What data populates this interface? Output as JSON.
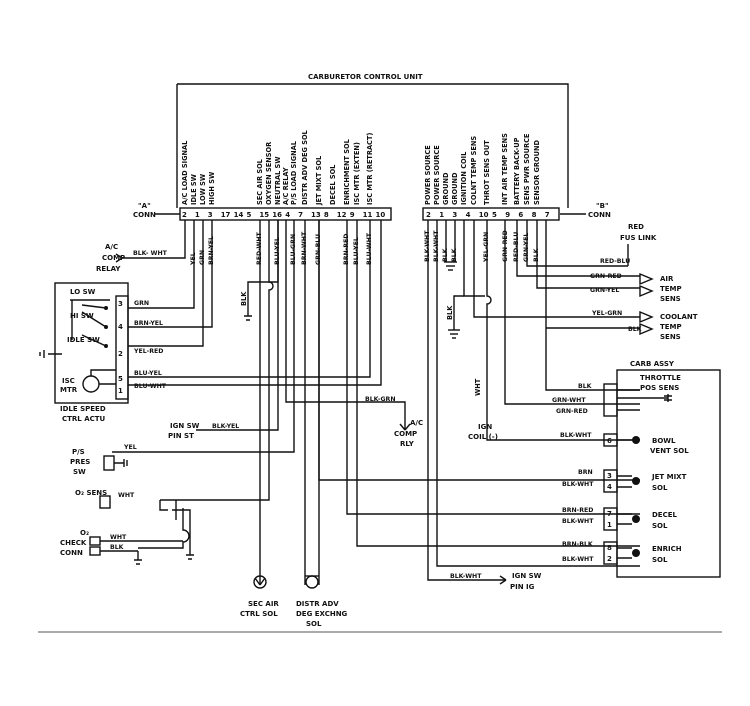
{
  "ccu": {
    "title": "CARBURETOR CONTROL UNIT",
    "left_signals": [
      "A/C LOAD SIGNAL",
      "IDLE SW",
      "LOW SW",
      "HIGH SW",
      "",
      "SEC AIR SOL",
      "OXYGEN SENSOR",
      "NEUTRAL SW",
      "A/C RELAY",
      "P/S LOAD SIGNAL",
      "DISTR ADV DEG SOL",
      "JET MIXT SOL",
      "DECEL SOL",
      "ENRICHMENT SOL",
      "ISC MTR (EXTEN)",
      "ISC MTR (RETRACT)"
    ],
    "left_pins": [
      "2",
      "1",
      "3",
      "17",
      "14",
      "5",
      "15",
      "16",
      "4",
      "7",
      "13",
      "8",
      "12",
      "9",
      "11",
      "10"
    ],
    "right_signals": [
      "POWER SOURCE",
      "POWER SOURCE",
      "GROUND",
      "GROUND",
      "IGNITION COIL",
      "COLNT TEMP SENS",
      "THROT SENS OUT",
      "INT AIR TEMP SENS",
      "BATTERY BACK-UP",
      "SENS PWR SOURCE",
      "SENSOR GROUND"
    ],
    "right_pins": [
      "2",
      "1",
      "3",
      "4",
      "10",
      "5",
      "9",
      "6",
      "8",
      "7"
    ],
    "left_conn": "\"A\"\nCONN",
    "left_conn_a": "\"A\"",
    "left_conn_b": "CONN",
    "right_conn_a": "\"B\"",
    "right_conn_b": "CONN"
  },
  "wires": {
    "left": [
      "YEL",
      "GRN",
      "BRN-YEL",
      "",
      "RED-WHT",
      "BLU-YEL",
      "BRN-WHT",
      "BLU-GRN",
      "GRN-BLU",
      "BRN-RED",
      "BLU-YEL",
      "BLU-WHT"
    ],
    "right": [
      "BLK-WHT",
      "BLK-WHT",
      "BLK",
      "BLK",
      "YEL-GRN",
      "GRN-RED",
      "RED-BLU",
      "GRN-YEL",
      "BLK"
    ]
  },
  "components": {
    "ac_comp_relay": [
      "A/C",
      "COMP",
      "RELAY"
    ],
    "ac_comp_relay_wire": "BLK- WHT",
    "idle_actu_title": [
      "IDLE SPEED",
      "CTRL ACTU"
    ],
    "lo_sw": "LO SW",
    "hi_sw": "HI SW",
    "idle_sw": "IDLE SW",
    "isc_mtr": [
      "ISC",
      "MTR"
    ],
    "actu_pins": [
      "3",
      "4",
      "2",
      "5",
      "1"
    ],
    "actu_wires": [
      "GRN",
      "BRN-YEL",
      "YEL-RED",
      "BLU-YEL",
      "BLU-WHT"
    ],
    "ign_sw_st": [
      "IGN SW",
      "PIN ST"
    ],
    "ign_sw_st_wire": "BLK-YEL",
    "ps_pres_sw": [
      "P/S",
      "PRES",
      "SW"
    ],
    "ps_wire": "YEL",
    "o2_sens": "O₂ SENS",
    "o2_wire": "WHT",
    "o2_check": [
      "O₂",
      "CHECK",
      "CONN"
    ],
    "o2_check_wires": [
      "WHT",
      "BLK"
    ],
    "ac_comp_rly": [
      "A/C",
      "COMP",
      "RLY"
    ],
    "ac_comp_rly_wire": "BLK-GRN",
    "ign_coil": [
      "IGN",
      "COIL (-)"
    ],
    "ign_coil_wire": "WHT",
    "red_fus_link": [
      "RED",
      "FUS LINK"
    ],
    "red_blu": "RED-BLU",
    "air_temp": [
      "AIR",
      "TEMP",
      "SENS"
    ],
    "air_temp_wires": [
      "GRN-RED",
      "GRN-YEL"
    ],
    "coolant_temp": [
      "COOLANT",
      "TEMP",
      "SENS"
    ],
    "coolant_wires": [
      "YEL-GRN",
      "BLK"
    ],
    "carb_assy": "CARB ASSY",
    "throttle": [
      "THROTTLE",
      "POS SENS"
    ],
    "throttle_wires": [
      "BLK",
      "GRN-WHT",
      "GRN-RED"
    ],
    "bowl_vent": [
      "BOWL",
      "VENT SOL"
    ],
    "bowl_wire": "BLK-WHT",
    "bowl_pin": "6",
    "jet_mixt": [
      "JET MIXT",
      "SOL"
    ],
    "jet_wires": [
      "BRN",
      "BLK-WHT"
    ],
    "jet_pins": [
      "3",
      "4"
    ],
    "decel": [
      "DECEL",
      "SOL"
    ],
    "decel_wires": [
      "BRN-RED",
      "BLK-WHT"
    ],
    "decel_pins": [
      "7",
      "1"
    ],
    "enrich": [
      "ENRICH",
      "SOL"
    ],
    "enrich_wires": [
      "BRN-BLK",
      "BLK-WHT"
    ],
    "enrich_pins": [
      "8",
      "2"
    ],
    "sec_air": [
      "SEC AIR",
      "CTRL SOL"
    ],
    "sec_air_wire": "RED-WHT",
    "distr_adv": [
      "DISTR ADV",
      "DEG EXCHNG",
      "SOL"
    ],
    "distr_wires": [
      "BRN-WHT",
      "GRN-BLU"
    ],
    "ign_sw_ig": [
      "IGN SW",
      "PIN IG"
    ],
    "ign_sw_ig_wire": "BLK-WHT",
    "blk_label": "BLK",
    "blk_label2": "BLK"
  }
}
